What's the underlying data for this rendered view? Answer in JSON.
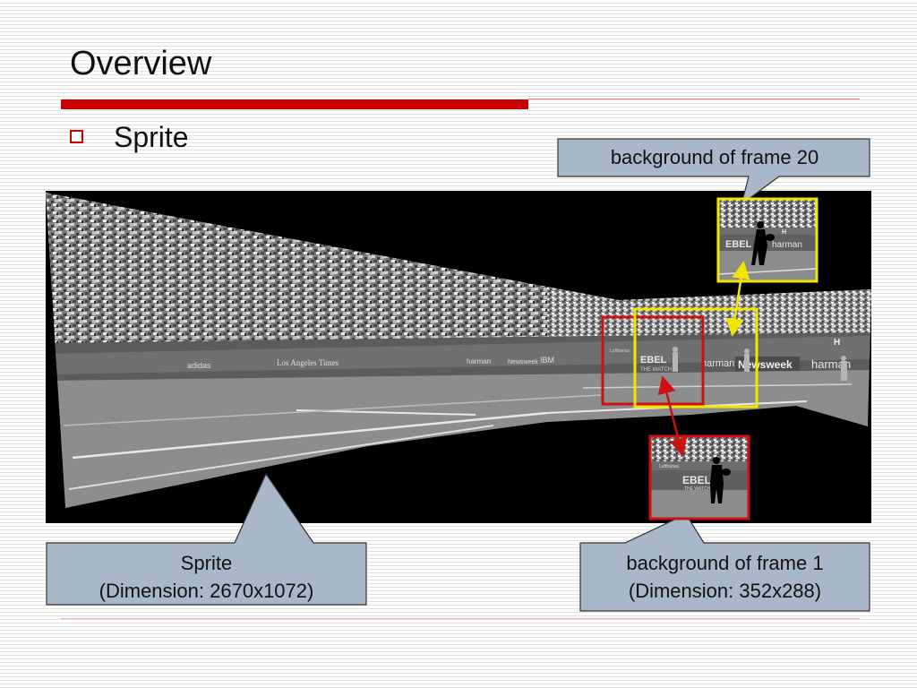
{
  "slide": {
    "title": "Overview",
    "bullet": "Sprite"
  },
  "callouts": {
    "frame20": "background of frame 20",
    "sprite_line1": "Sprite",
    "sprite_line2": "(Dimension: 2670x1072)",
    "frame1_line1": "background of frame 1",
    "frame1_line2": "(Dimension: 352x288)"
  },
  "banners": {
    "frame20": {
      "ebel": "EBEL",
      "harman": "harman",
      "h": "H"
    },
    "frame1": {
      "lufthansa": "Lufthansa",
      "ebel": "EBEL",
      "the_watch": "THE WATCH"
    },
    "sprite": {
      "adidas": "adidas",
      "la_times": "Los Angeles Times",
      "harman": "harman",
      "newsweek": "Newsweek",
      "ibm": "IBM",
      "ebel": "EBEL",
      "the_watch": "THE WATCH",
      "harman2": "harman",
      "newsweek2": "Newsweek",
      "harman3": "harman",
      "h": "H",
      "lufthansa": "Lufthansa"
    }
  },
  "colors": {
    "accent": "#cc0000",
    "callout_fill": "#a9b8c9",
    "box_yellow": "#f2e600",
    "box_red": "#cc1111"
  }
}
